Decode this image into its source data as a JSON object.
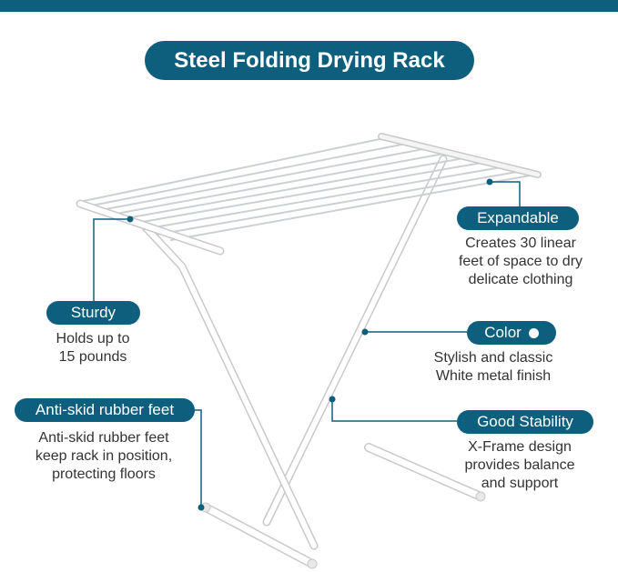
{
  "title": "Steel Folding Drying Rack",
  "colors": {
    "brand": "#0e5f7e",
    "frame": "#ffffff",
    "frame_outline": "#c7c9cb",
    "text": "#333333"
  },
  "features": [
    {
      "key": "expandable",
      "label": "Expandable",
      "desc": [
        "Creates 30 linear",
        "feet of space to dry",
        "delicate clothing"
      ]
    },
    {
      "key": "sturdy",
      "label": "Sturdy",
      "desc": [
        "Holds up to",
        "15 pounds"
      ]
    },
    {
      "key": "color",
      "label": "Color",
      "icon": "white-dot-icon",
      "desc": [
        "Stylish and classic",
        "White metal finish"
      ]
    },
    {
      "key": "anti_skid",
      "label": "Anti-skid rubber feet",
      "desc": [
        "Anti-skid rubber feet",
        "keep rack in position,",
        "protecting floors"
      ]
    },
    {
      "key": "stability",
      "label": "Good Stability",
      "desc": [
        "X-Frame design",
        "provides balance",
        "and support"
      ]
    }
  ]
}
